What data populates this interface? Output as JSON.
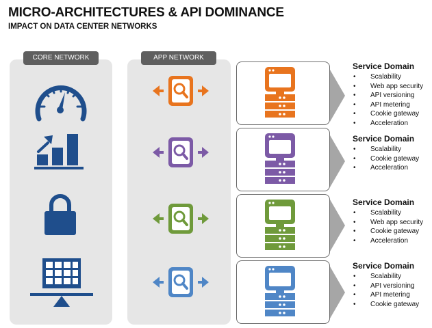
{
  "header": {
    "title": "MICRO-ARCHITECTURES & API DOMINANCE",
    "subtitle": "IMPACT ON DATA CENTER NETWORKS"
  },
  "columns": {
    "core": {
      "label": "CORE NETWORK",
      "icons": [
        "speedometer-icon",
        "growth-chart-icon",
        "padlock-icon",
        "grid-balance-icon"
      ],
      "color": "#1f4e8c"
    },
    "app": {
      "label": "APP NETWORK"
    }
  },
  "rows": [
    {
      "color": "#e8741e",
      "domain_title": "Service Domain",
      "items": [
        "Scalability",
        "Web app security",
        "API versioning",
        "API metering",
        "Cookie gateway",
        "Acceleration"
      ]
    },
    {
      "color": "#7c5aa6",
      "domain_title": "Service Domain",
      "items": [
        "Scalability",
        "Cookie gateway",
        "Acceleration"
      ]
    },
    {
      "color": "#6f9a3b",
      "domain_title": "Service Domain",
      "items": [
        "Scalability",
        "Web app security",
        "Cookie gateway",
        "Acceleration"
      ]
    },
    {
      "color": "#4f86c6",
      "domain_title": "Service Domain",
      "items": [
        "Scalability",
        "API versioning",
        "API metering",
        "Cookie gateway"
      ]
    }
  ],
  "colors": {
    "panel": "#e6e6e6",
    "header_tab": "#5f5f5f",
    "border": "#6b6b6b",
    "arrow_gray": "#a6a6a6"
  }
}
